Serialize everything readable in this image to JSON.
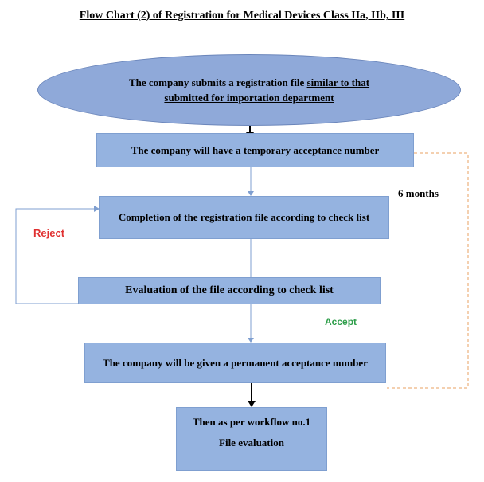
{
  "title": "Flow Chart (2) of Registration for Medical Devices Class IIa, IIb, III",
  "nodes": {
    "start_line1_plain": "The company submits a registration file ",
    "start_line1_underlined": "similar to that",
    "start_line2_underlined": "submitted for importation department",
    "temporary": "The company will have a temporary acceptance number",
    "completion": "Completion of the registration file according to check list",
    "evaluation": "Evaluation of the file according to check list",
    "permanent": "The company will be given a permanent acceptance number",
    "final_line1": "Then as per workflow no.1",
    "final_line2": "File evaluation"
  },
  "labels": {
    "six_months": "6 months",
    "reject": "Reject",
    "accept": "Accept"
  },
  "colors": {
    "box_fill": "#95b3e0",
    "ellipse_fill": "#8fa9d9",
    "reject": "#e03030",
    "accept": "#2e9e4a",
    "dashed": "#e8a060"
  }
}
